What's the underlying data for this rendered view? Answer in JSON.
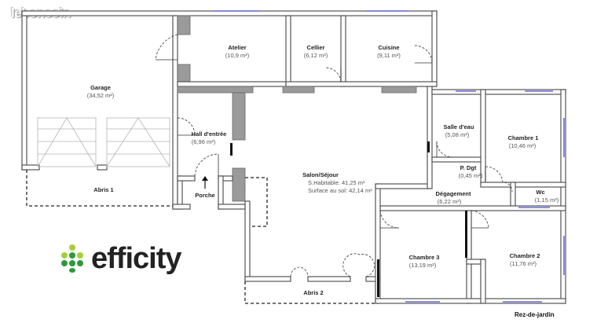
{
  "watermark": "leboncoin",
  "brand": {
    "name": "efficity",
    "colors": {
      "light_green": "#a6cf3c",
      "dark_green": "#2e9a3a",
      "text": "#222222"
    }
  },
  "level_label": "Rez-de-jardin",
  "rooms": {
    "garage": {
      "name": "Garage",
      "area": "(34,52 m²)"
    },
    "atelier": {
      "name": "Atelier",
      "area": "(10,9 m²)"
    },
    "cellier": {
      "name": "Cellier",
      "area": "(6,12 m²)"
    },
    "cuisine": {
      "name": "Cuisine",
      "area": "(9,11 m²)"
    },
    "hall": {
      "name": "Hall d'entrée",
      "area": "(6,96 m²)"
    },
    "porche": {
      "name": "Porche"
    },
    "abris1": {
      "name": "Abris 1"
    },
    "salon": {
      "name": "Salon/Séjour",
      "habitable": "S.Habitable: 41,25 m²",
      "surface_sol": "Surface au sol: 42,14 m²"
    },
    "salle_eau": {
      "name": "Salle d'eau",
      "area": "(5,08 m²)"
    },
    "chambre1": {
      "name": "Chambre 1",
      "area": "(10,46 m²)"
    },
    "pdgt": {
      "name": "P. Dgt",
      "area": "(0,45 m²)"
    },
    "degagement": {
      "name": "Dégagement",
      "area": "(6,22 m²)"
    },
    "wc": {
      "name": "Wc",
      "area": "(1,15 m²)"
    },
    "chambre3": {
      "name": "Chambre 3",
      "area": "(13,19 m²)"
    },
    "chambre2": {
      "name": "Chambre 2",
      "area": "(11,76 m²)"
    },
    "abris2": {
      "name": "Abris 2"
    }
  },
  "colors": {
    "wall": "#555555",
    "wall_fill_gray": "#9a9a9a",
    "window": "#6b6bd8"
  }
}
